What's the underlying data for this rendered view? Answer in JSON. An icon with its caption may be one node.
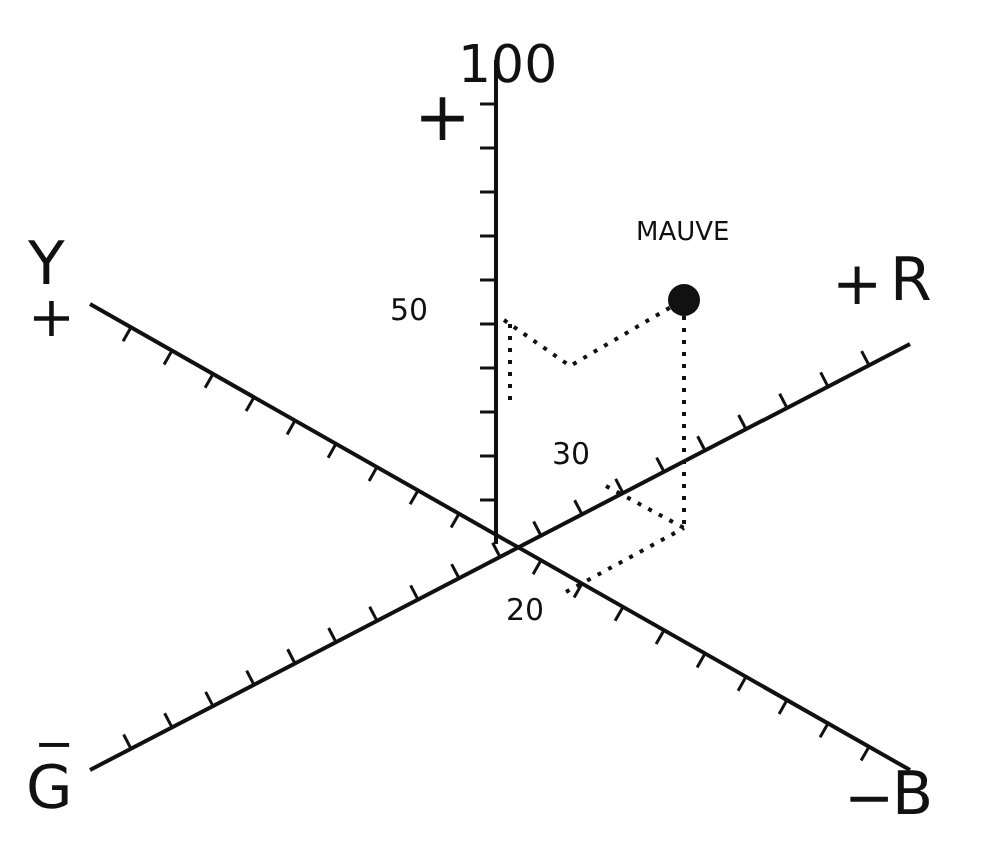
{
  "diagram": {
    "labels": [
      "+",
      "100",
      "MAUVE",
      "Y",
      "+",
      "50",
      "+",
      "R",
      "30",
      "20",
      "−",
      "G",
      "−",
      "B"
    ]
  }
}
